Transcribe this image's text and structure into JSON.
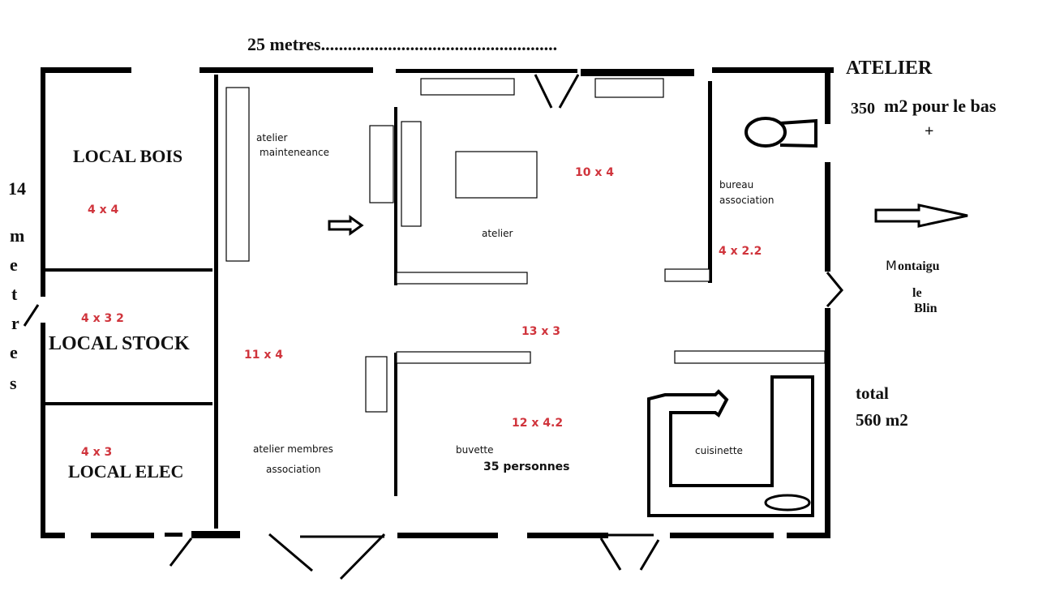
{
  "header": {
    "width_label": "25  metres.....................................................",
    "height_chars": [
      "14",
      "m",
      "e",
      "t",
      "r",
      "e",
      "s"
    ]
  },
  "info": {
    "title": "ATELIER",
    "area_num": "350",
    "area_text": "m2 pour le bas",
    "plus": "+",
    "total_1": "total",
    "total_2": "560 m2"
  },
  "direction": {
    "m": "M",
    "ontaigu": "ontaigu",
    "le": "le",
    "blin": "Blin"
  },
  "rooms": {
    "local_bois": {
      "name": "LOCAL BOIS",
      "dim": "4 x 4"
    },
    "local_stock": {
      "name": "LOCAL STOCK",
      "dim": "4 x 3 2"
    },
    "local_elec": {
      "name": "LOCAL ELEC",
      "dim": "4 x 3"
    },
    "atelier_maintenance": {
      "line1": "atelier",
      "line2": "mainteneance"
    },
    "corridor": {
      "dim": "11 x 4"
    },
    "atelier": {
      "name": "atelier",
      "dim": "10 x 4"
    },
    "bureau": {
      "line1": "bureau",
      "line2": "association",
      "dim": "4 x 2.2"
    },
    "hall": {
      "dim": "13 x 3"
    },
    "atelier_membres": {
      "line1": "atelier membres",
      "line2": "association"
    },
    "buvette": {
      "name": "buvette",
      "capacity": "35 personnes",
      "dim": "12 x 4.2"
    },
    "cuisinette": {
      "name": "cuisinette"
    }
  }
}
